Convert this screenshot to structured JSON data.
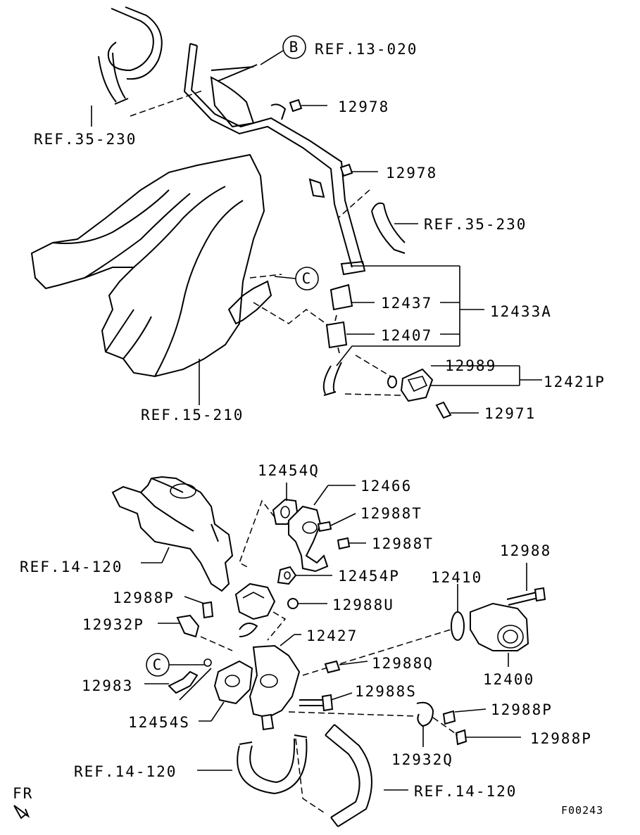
{
  "diagram": {
    "code": "F00243",
    "front_marker": "FR",
    "callouts": {
      "b": "B",
      "c_top": "C",
      "c_bottom": "C"
    },
    "labels": {
      "ref_13_020": "REF.13-020",
      "ref_35_230_left": "REF.35-230",
      "ref_35_230_right": "REF.35-230",
      "ref_15_210": "REF.15-210",
      "ref_14_120_top": "REF.14-120",
      "ref_14_120_bottom_left": "REF.14-120",
      "ref_14_120_bottom_right": "REF.14-120",
      "p12978_a": "12978",
      "p12978_b": "12978",
      "p12437": "12437",
      "p12407": "12407",
      "p12433A": "12433A",
      "p12989": "12989",
      "p12421P": "12421P",
      "p12971": "12971",
      "p12454Q": "12454Q",
      "p12466": "12466",
      "p12988T_a": "12988T",
      "p12988T_b": "12988T",
      "p12454P": "12454P",
      "p12988P_a": "12988P",
      "p12988U": "12988U",
      "p12932P": "12932P",
      "p12427": "12427",
      "p12410": "12410",
      "p12988": "12988",
      "p12983": "12983",
      "p12988Q": "12988Q",
      "p12400": "12400",
      "p12988S": "12988S",
      "p12454S": "12454S",
      "p12988P_b": "12988P",
      "p12988P_c": "12988P",
      "p12932Q": "12932Q"
    }
  }
}
